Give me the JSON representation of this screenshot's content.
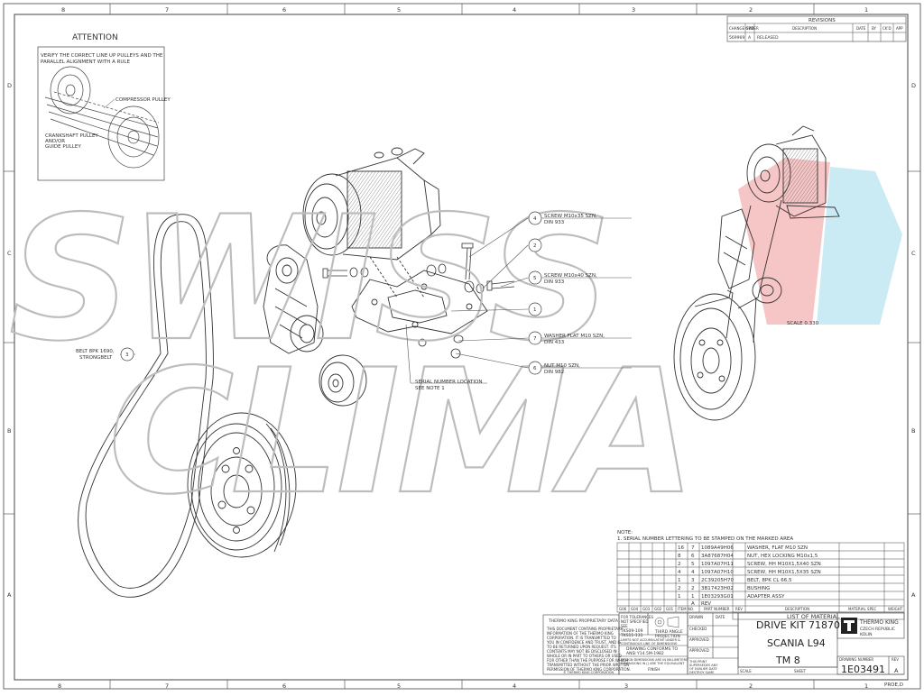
{
  "attention": {
    "title": "ATTENTION",
    "note": [
      "VERIFY THE CORRECT LINE UP PULLEYS AND THE",
      "PARALLEL ALIGNMENT WITH A RULE"
    ],
    "compressor_label": "COMPRESSOR PULLEY",
    "crank_label": [
      "CRANKSHAFT PULLEY",
      "AND/OR",
      "GUIDE PULLEY"
    ]
  },
  "watermark": {
    "line1": "SWISS",
    "line2": "CLIMA"
  },
  "callouts": [
    {
      "num": "4",
      "text": [
        "SCREW M10x35 SZN,",
        "DIN 933"
      ]
    },
    {
      "num": "2",
      "text": []
    },
    {
      "num": "5",
      "text": [
        "SCREW M10x40 SZN,",
        "DIN 933"
      ]
    },
    {
      "num": "1",
      "text": []
    },
    {
      "num": "7",
      "text": [
        "WASHER FLAT M10 SZN,",
        "DIN 433"
      ]
    },
    {
      "num": "6",
      "text": [
        "NUT M10 SZN,",
        "DIN 982"
      ]
    },
    {
      "num": "3",
      "text": [
        "BELT 8PK 1690,",
        "STRONGBELT"
      ]
    }
  ],
  "serial_note": [
    "SERIAL NUMBER LOCATION",
    "SEE NOTE 1"
  ],
  "scale_note": "SCALE  0.330",
  "revisions": {
    "title": "REVISIONS",
    "headers": [
      "CHANGE ORDER",
      "SYM",
      "DESCRIPTION",
      "DATE",
      "BY",
      "CK'D",
      "APP"
    ],
    "row": [
      "569969",
      "A",
      "RELEASED"
    ]
  },
  "notes": {
    "heading": "NOTE:",
    "items": [
      "1. SERIAL NUMBER LETTERING TO BE STAMPED ON THE MARKED AREA"
    ]
  },
  "bom": {
    "rows": [
      [
        "16",
        "7",
        "1089A49H06",
        "WASHER, FLAT M10 SZN"
      ],
      [
        "8",
        "6",
        "3A87687H04",
        "NUT, HEX LOCKING M10x1,5"
      ],
      [
        "2",
        "5",
        "1097A07H11",
        "SCREW, HH M10X1,5X40 SZN"
      ],
      [
        "4",
        "4",
        "1097A07H10",
        "SCREW, HH M10X1,5X35 SZN"
      ],
      [
        "1",
        "3",
        "2C39205H70",
        "BELT, 8PK CL 66,5"
      ],
      [
        "2",
        "2",
        "3B17423H02",
        "BUSHING"
      ],
      [
        "1",
        "1",
        "1E03293G01",
        "ADAPTER ASSY"
      ]
    ],
    "rev_cell": [
      "A",
      "REV"
    ],
    "header": [
      "G06",
      "G04",
      "G03",
      "G02",
      "G01",
      "ITEM NO.",
      "PART NUMBER",
      "REV",
      "DESCRIPTION",
      "MATERIAL SPEC",
      "WEIGHT"
    ],
    "title": "LIST OF MATERIAL"
  },
  "title_block": {
    "proprietary_title": "THERMO KING PROPRIETARY DATA",
    "proprietary_text": [
      "THIS DOCUMENT CONTAINS PROPRIETARY",
      "INFORMATION OF THE THERMO KING",
      "CORPORATION.  IT IS TRANSMITTED TO",
      "YOU IN CONFIDENCE AND TRUST, AND IS",
      "TO BE RETURNED UPON REQUEST.  ITS",
      "CONTENTS MAY NOT BE DISCLOSED IN",
      "WHOLE OR IN PART TO OTHERS OR USED",
      "FOR OTHER THAN THE PURPOSE FOR WHICH",
      "TRANSMITTED WITHOUT THE PRIOR WRITTEN",
      "PERMISSION OF THERMO KING CORPORATION."
    ],
    "copyright": "© THERMO KING CORPORATION",
    "tolerances": [
      "FOR TOLERANCES",
      "NOT SPECIFIED",
      "SEE",
      "TKS09-109",
      "TKS11-131"
    ],
    "projection": [
      "THIRD ANGLE",
      "PROJECTION"
    ],
    "limits": [
      "LIMITS NOT ACCUMULATIVE UNDER &",
      "CONTINUOUS LINE OF DIMENSIONS"
    ],
    "drawing_conforms": [
      "DRAWING CONFORMS TO",
      "ANSI Y14.5M-1982"
    ],
    "dimensions": [
      "DESIGN DIMENSIONS ARE IN MILLIMETERS",
      "DIMENSIONS IN () ARE THE EQUIVALENT"
    ],
    "finish": "FINISH",
    "roles": [
      "DRAWN",
      "CHECKED",
      "APPROVED",
      "APPROVED"
    ],
    "date_label": "DATE",
    "supersedes": [
      "THIS PRINT",
      "SUPERSEDES ANY",
      "OF EARLIER DATE",
      "DESTROY SAME"
    ],
    "scale_label": "SCALE",
    "sheet_label": "SHEET",
    "title_lines": [
      "DRIVE KIT 718707",
      "SCANIA L94",
      "TM 8"
    ],
    "company": [
      "THERMO KING",
      "CZECH REPUBLIC",
      "KOLIN"
    ],
    "drawing_number_label": "DRAWING NUMBER",
    "rev_label": "REV",
    "drawing_number": "1E03491",
    "rev_value": "A",
    "proe": "PROE,D"
  },
  "border": {
    "top_zones": [
      "8",
      "7",
      "6",
      "5",
      "4",
      "3",
      "2",
      "1"
    ],
    "side_zones": [
      "D",
      "C",
      "B",
      "A"
    ]
  },
  "colors": {
    "line": "#333333",
    "watermark": "#bdbdbd",
    "accent_red": "#f4b7b7",
    "accent_cyan": "#bfe7f2"
  }
}
